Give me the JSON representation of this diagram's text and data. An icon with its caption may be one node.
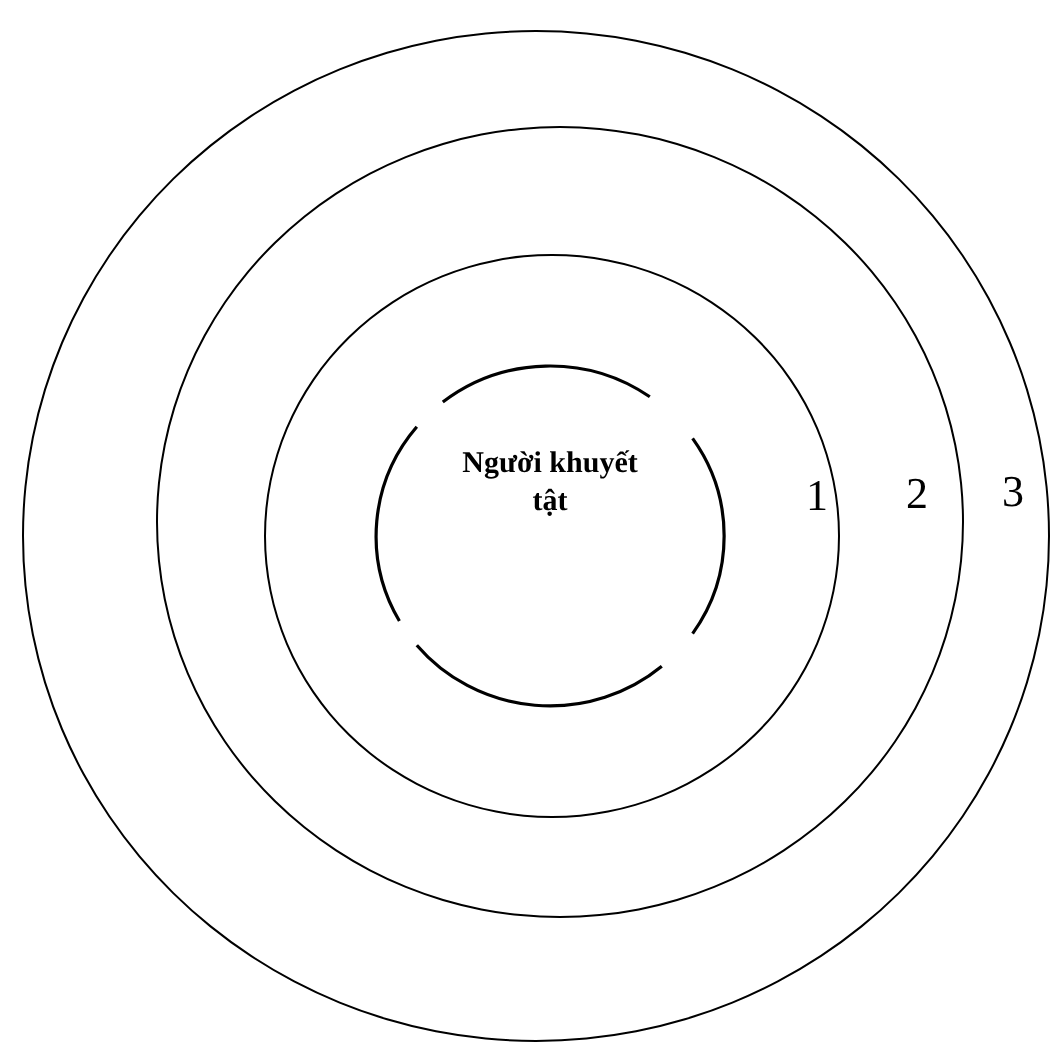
{
  "diagram": {
    "nodes": [
      {
        "text": [
          "3"
        ]
      },
      {
        "text": [
          "2"
        ],
        "in": 0
      },
      {
        "text": [
          "1"
        ],
        "in": 1
      },
      {
        "text": [
          "Người khuyết tật"
        ],
        "in": 2
      }
    ]
  }
}
